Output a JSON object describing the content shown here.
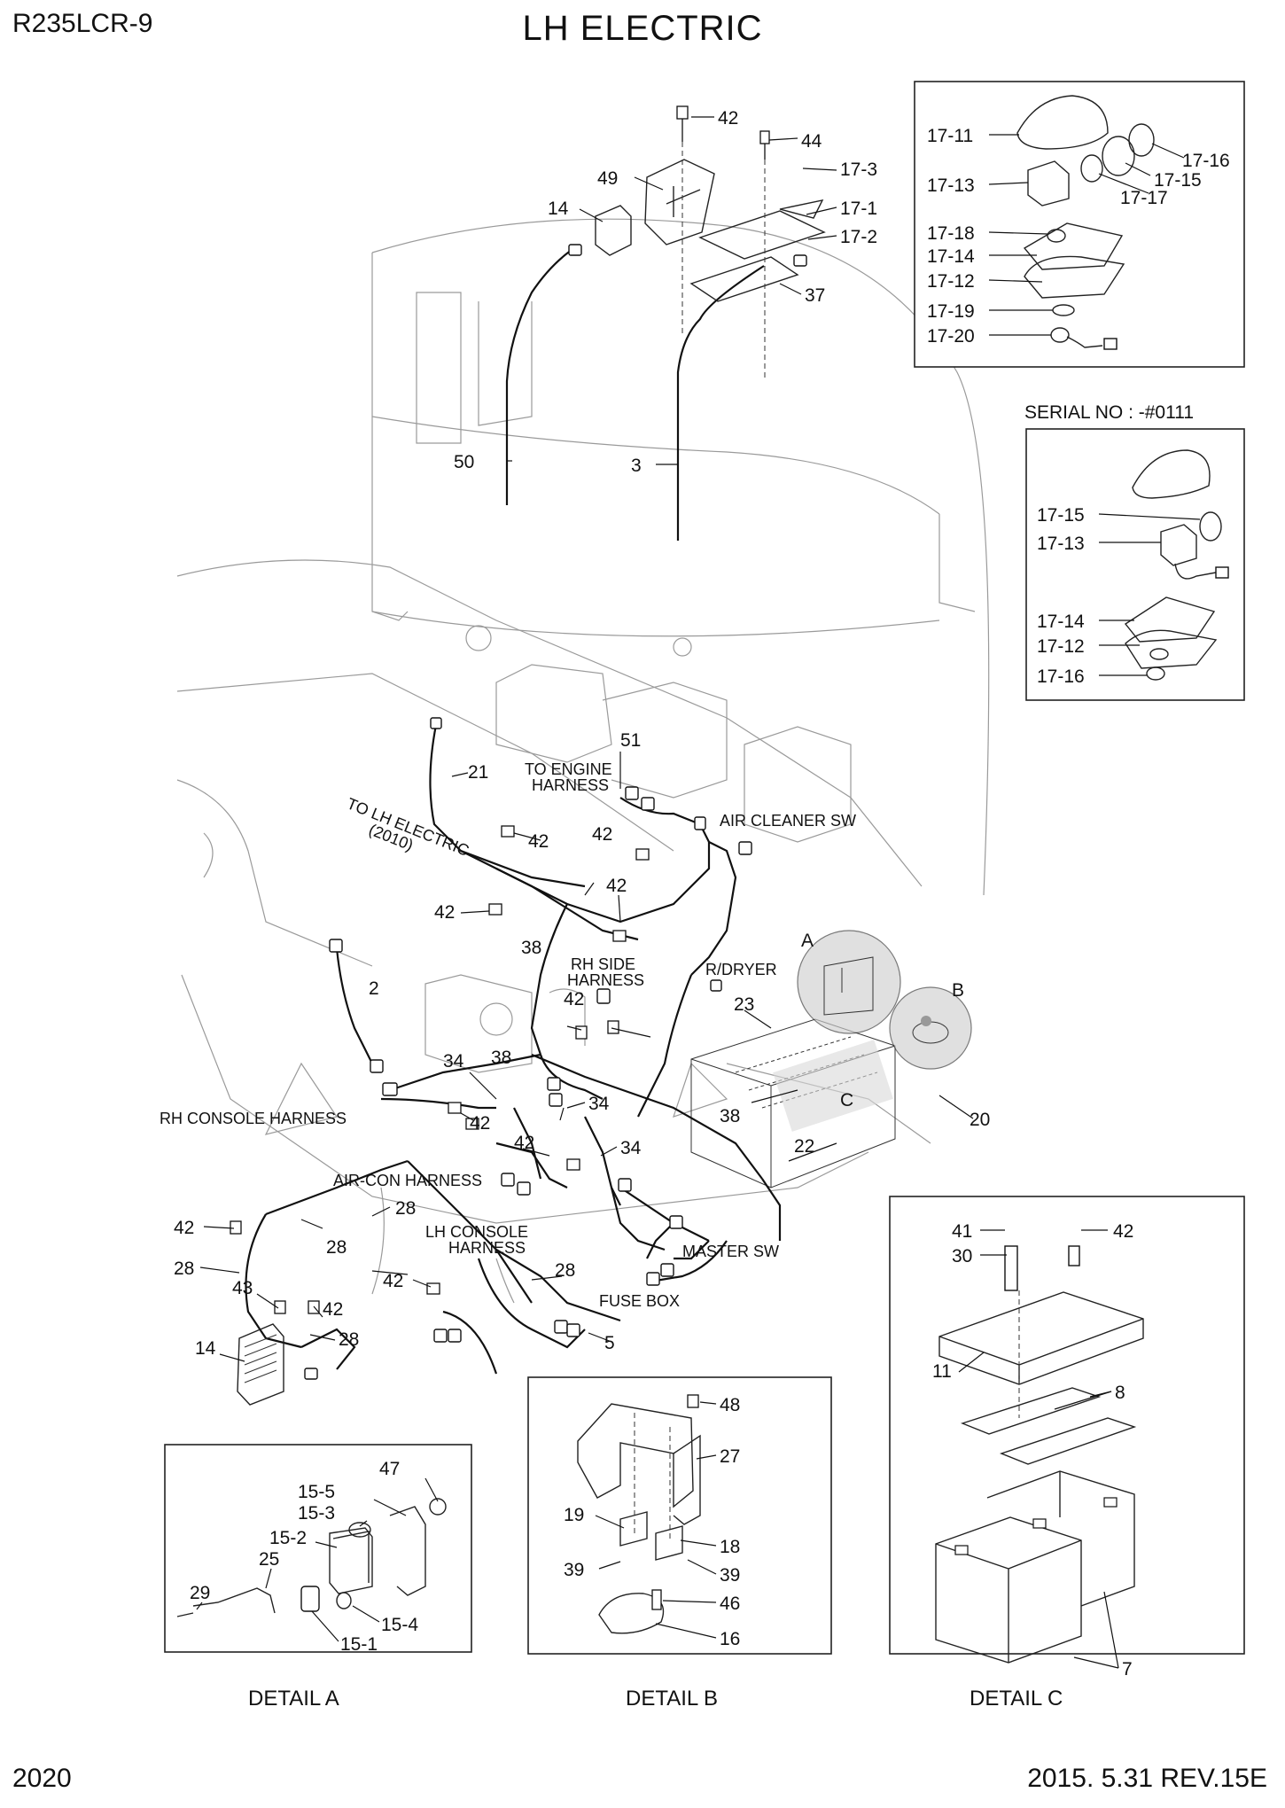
{
  "header": {
    "model": "R235LCR-9",
    "title": "LH ELECTRIC"
  },
  "footer": {
    "page_number": "2020",
    "revision": "2015. 5.31  REV.15E"
  },
  "detail_boxes": {
    "serial_note": "SERIAL NO : -#0111",
    "detail_a": "DETAIL A",
    "detail_b": "DETAIL B",
    "detail_c": "DETAIL C"
  },
  "callouts": {
    "top_box": [
      "17-11",
      "17-16",
      "17-15",
      "17-17",
      "17-13",
      "17-18",
      "17-14",
      "17-12",
      "17-19",
      "17-20"
    ],
    "serial_box": [
      "17-15",
      "17-13",
      "17-14",
      "17-12",
      "17-16"
    ],
    "main": [
      "42",
      "44",
      "17-3",
      "49",
      "17-1",
      "14",
      "17-2",
      "37",
      "50",
      "3",
      "51",
      "21",
      "42",
      "42",
      "42",
      "38",
      "2",
      "42",
      "42",
      "38",
      "34",
      "42",
      "34",
      "34",
      "42",
      "38",
      "23",
      "22",
      "20",
      "28",
      "42",
      "28",
      "28",
      "42",
      "43",
      "42",
      "28",
      "28",
      "14",
      "5"
    ],
    "detail_a": [
      "47",
      "15-5",
      "15-3",
      "15-2",
      "25",
      "29",
      "15-4",
      "15-1"
    ],
    "detail_b": [
      "48",
      "27",
      "19",
      "18",
      "39",
      "39",
      "46",
      "16"
    ],
    "detail_c": [
      "41",
      "42",
      "30",
      "11",
      "8",
      "7"
    ],
    "markers": [
      "A",
      "B",
      "C"
    ]
  },
  "annotations": {
    "to_engine": "TO ENGINE\nHARNESS",
    "to_lh_electric": "TO LH ELECTRIC\n(2010)",
    "air_cleaner_sw": "AIR CLEANER SW",
    "rh_side_harness": "RH SIDE\nHARNESS",
    "r_dryer": "R/DRYER",
    "rh_console_harness": "RH CONSOLE HARNESS",
    "air_con_harness": "AIR-CON HARNESS",
    "lh_console_harness": "LH CONSOLE\nHARNESS",
    "master_sw": "MASTER SW",
    "fuse_box": "FUSE BOX"
  }
}
